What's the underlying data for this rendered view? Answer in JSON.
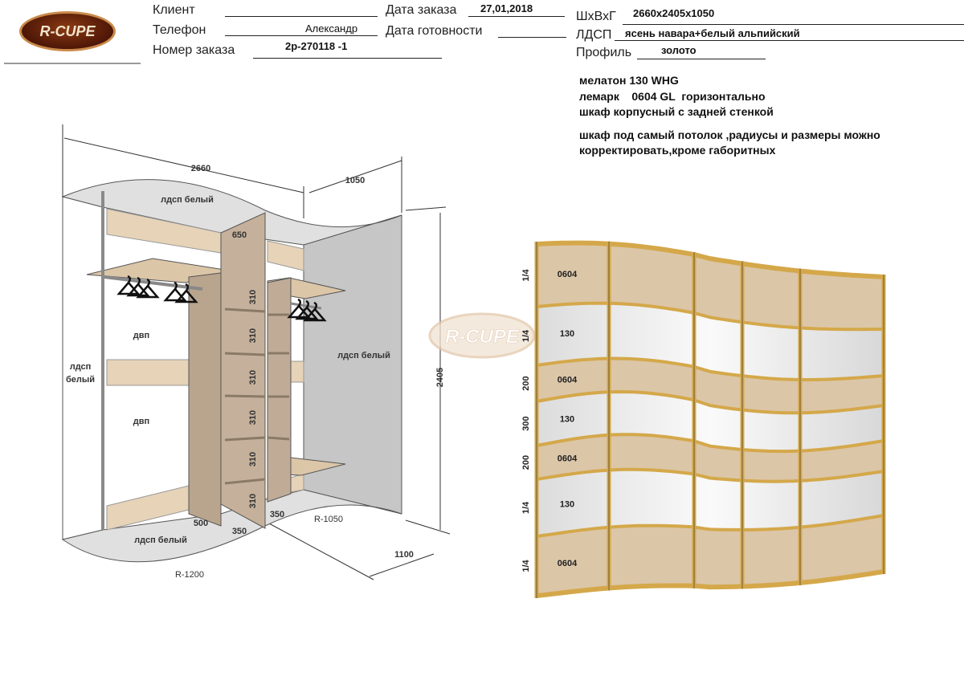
{
  "logo": {
    "text": "R-CUPE"
  },
  "watermark": {
    "text": "R-CUPE"
  },
  "form": {
    "client_label": "Клиент",
    "phone_label": "Телефон",
    "phone_value": "Александр",
    "order_number_label": "Номер заказа",
    "order_number_value": "2р-270118 -1",
    "order_date_label": "Дата заказа",
    "order_date_value": "27,01,2018",
    "ready_date_label": "Дата готовности",
    "dims_label": "ШхВхГ",
    "dims_value": "2660х2405х1050",
    "ldsp_label": "ЛДСП",
    "ldsp_value": "ясень навара+белый альпийский",
    "profile_label": "Профиль",
    "profile_value": "золото"
  },
  "notes": [
    "мелатон 130 WHG",
    "лемарк    0604 GL  горизонтально",
    "шкаф корпусный с задней стенкой",
    "шкаф под самый потолок ,радиусы и размеры можно",
    "корректировать,кроме габоритных"
  ],
  "interior": {
    "dim_width": "2660",
    "dim_depth": "1050",
    "dim_height": "2405",
    "dim_bottom_depth": "1100",
    "radius_left": "R-1200",
    "radius_right": "R-1050",
    "top_panel": "лдсп белый",
    "left_wall": [
      "лдсп",
      "белый"
    ],
    "right_wall": "лдсп белый",
    "bottom_panel": "лдсп белый",
    "back_upper": "двп",
    "back_lower": "двп",
    "column_depth": "650",
    "left_depth": "500",
    "mid_depth": "350",
    "right_depth": "350",
    "shelf_spacing": [
      "310",
      "310",
      "310",
      "310",
      "310",
      "310"
    ]
  },
  "facade": {
    "colors": {
      "wood": "#dcc6a8",
      "mirror": "#ececec",
      "profile": "#d4a84a"
    },
    "rows": [
      {
        "height": "1/4",
        "material": "0604",
        "type": "wood"
      },
      {
        "height": "1/4",
        "material": "130",
        "type": "mirror"
      },
      {
        "height": "200",
        "material": "0604",
        "type": "wood"
      },
      {
        "height": "300",
        "material": "130",
        "type": "mirror"
      },
      {
        "height": "200",
        "material": "0604",
        "type": "wood"
      },
      {
        "height": "1/4",
        "material": "130",
        "type": "mirror"
      },
      {
        "height": "1/4",
        "material": "0604",
        "type": "wood"
      }
    ]
  }
}
